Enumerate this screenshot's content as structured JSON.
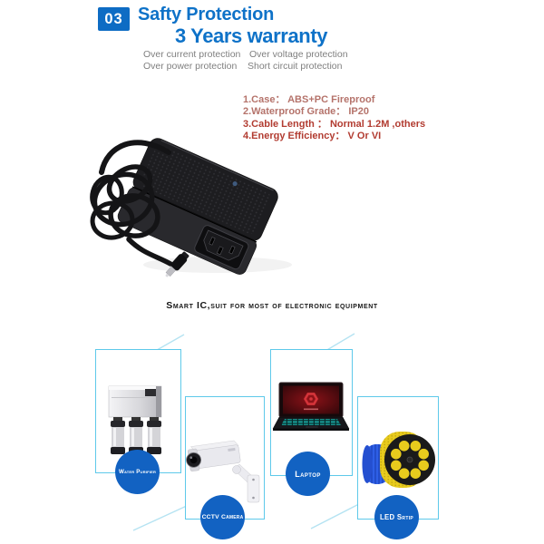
{
  "header": {
    "badge": "03",
    "title": "Safty Protection",
    "subtitle": "3 Years warranty",
    "features": {
      "col1": [
        "Over current protection",
        "Over power protection"
      ],
      "col2": [
        "Over voltage protection",
        "Short circuit protection"
      ]
    }
  },
  "specs": {
    "items": [
      "1.Case： ABS+PC Fireproof",
      "2.Waterproof Grade： IP20",
      "3.Cable Length ： Normal 1.2M ,others",
      "4.Energy Efficiency： V Or VI"
    ]
  },
  "caption": "Smart IC,suit for most of electronic equipment",
  "devices": {
    "items": [
      {
        "label": "Water Purifier"
      },
      {
        "label": "CCTV Camera"
      },
      {
        "label": "Laptop"
      },
      {
        "label": "LED Srtip"
      }
    ]
  },
  "colors": {
    "accent_blue": "#0e6cc4",
    "title_blue": "#0e72c8",
    "circle_blue": "#1262c2",
    "box_border": "#5ec9ea",
    "connector_line": "#b5e3f2",
    "spec_red_muted": "#b5736b",
    "spec_red_strong": "#b23c31",
    "feature_gray": "#7f7f7f"
  }
}
